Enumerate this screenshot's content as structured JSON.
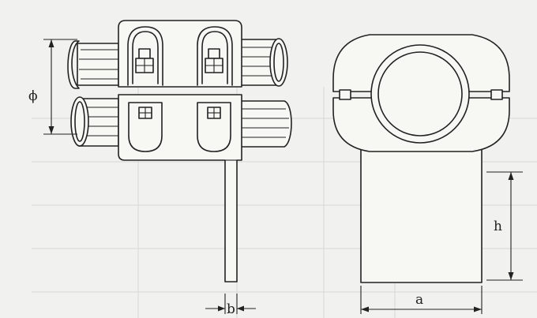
{
  "dimensions": {
    "phi_label": "ϕ",
    "h_label": "h",
    "a_label": "a",
    "b_label": "b"
  }
}
